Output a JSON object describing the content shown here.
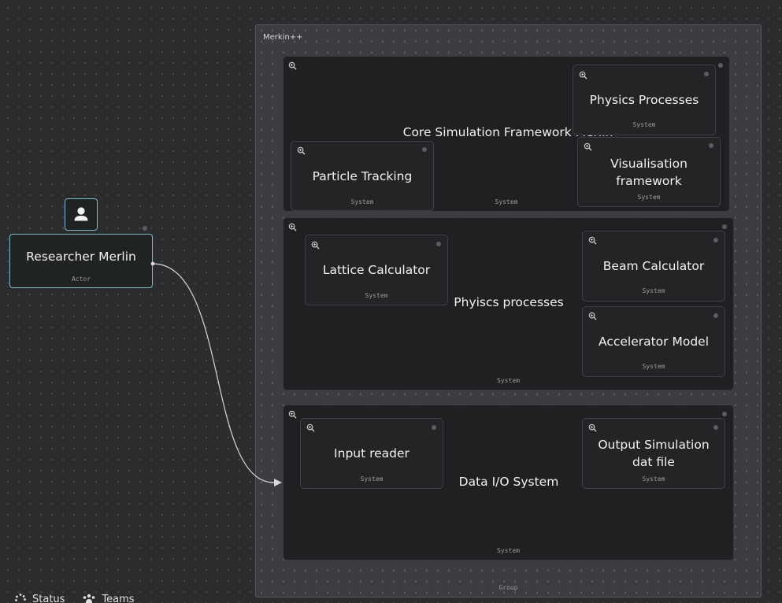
{
  "group": {
    "title": "Merkin++",
    "type": "Group"
  },
  "core": {
    "title": "Core Simulation Framework Merlin",
    "type": "System",
    "physics_processes": {
      "title": "Physics Processes",
      "type": "System"
    },
    "particle_tracking": {
      "title": "Particle Tracking",
      "type": "System"
    },
    "visualisation": {
      "title_line1": "Visualisation",
      "title_line2": "framework",
      "type": "System"
    }
  },
  "physics": {
    "title": "Phyiscs processes",
    "type": "System",
    "lattice": {
      "title": "Lattice Calculator",
      "type": "System"
    },
    "beam": {
      "title": "Beam Calculator",
      "type": "System"
    },
    "accelerator": {
      "title": "Accelerator Model",
      "type": "System"
    }
  },
  "data_io": {
    "title": "Data I/O System",
    "type": "System",
    "input_reader": {
      "title": "Input reader",
      "type": "System"
    },
    "output_sim": {
      "title_line1": "Output Simulation",
      "title_line2": "dat file",
      "type": "System"
    }
  },
  "actor": {
    "title": "Researcher Merlin",
    "type": "Actor"
  },
  "legend": {
    "status": "Status",
    "teams": "Teams"
  },
  "colors": {
    "actor_border": "#7fb8c7",
    "background": "#2b2c2e",
    "connector": "#d8d8d8"
  }
}
